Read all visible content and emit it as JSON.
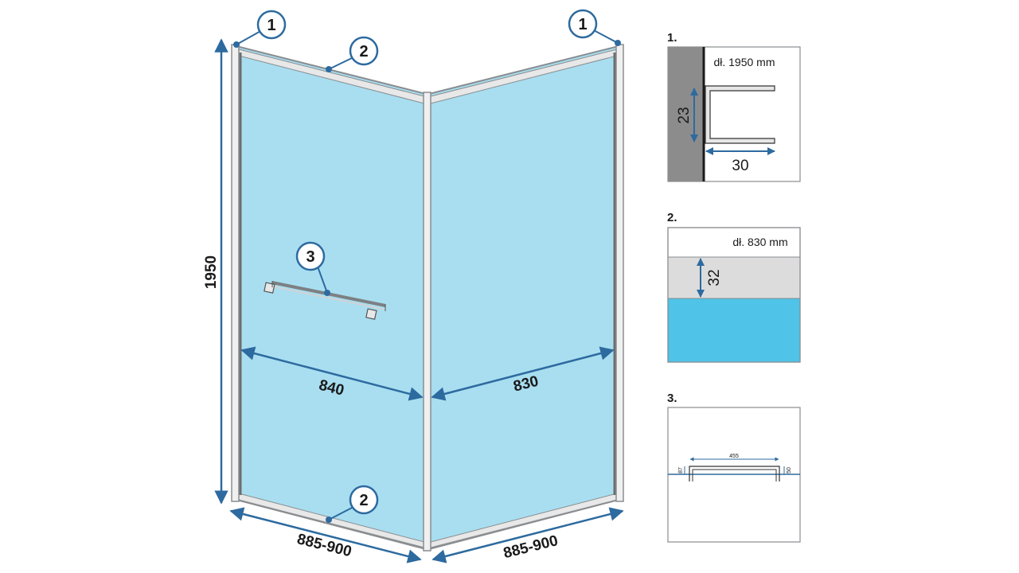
{
  "main_drawing": {
    "height_label": "1950",
    "left_panel_width": "840",
    "right_panel_width": "830",
    "left_range": "885-900",
    "right_range": "885-900",
    "callouts": {
      "profile": "1",
      "top_rail": "2",
      "bottom_rail": "2",
      "handle": "3"
    }
  },
  "details": {
    "section1": {
      "title": "1.",
      "length_note": "dł. 1950 mm",
      "height": "23",
      "depth": "30"
    },
    "section2": {
      "title": "2.",
      "length_note": "dł. 830 mm",
      "height": "32"
    },
    "section3": {
      "title": "3.",
      "width": "455",
      "left_depth": "87",
      "right_depth": "50"
    }
  },
  "colors": {
    "glass": "#a8def0",
    "frame": "#8a8d90",
    "dimension": "#2d6a9f",
    "wall": "#8c8c8c",
    "profile_fill": "#dcdcdc",
    "glass_blue": "#4fc3e8"
  }
}
